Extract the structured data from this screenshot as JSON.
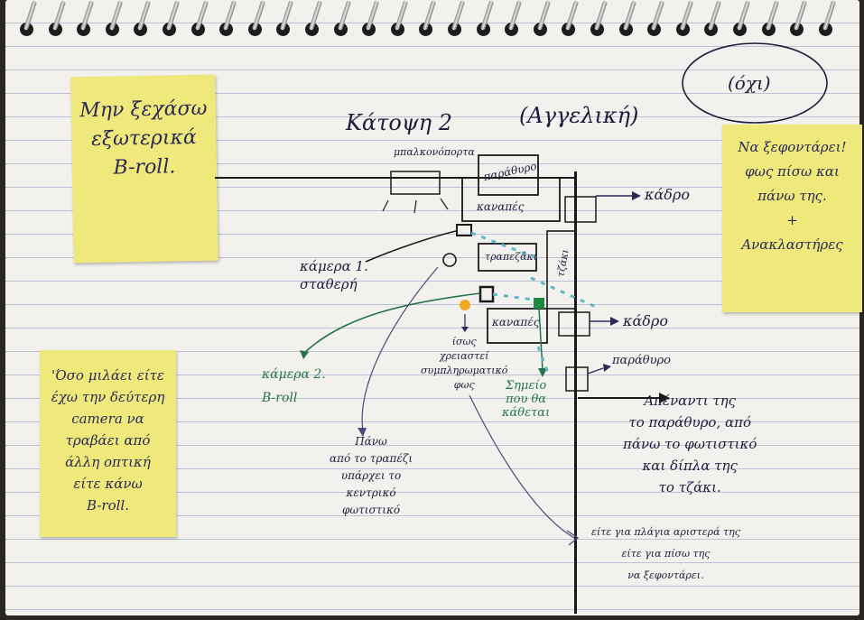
{
  "colors": {
    "ink": "#1d1c3a",
    "green_ink": "#24744a",
    "sticky": "#efe87a",
    "cyan": "#5fb9c9"
  },
  "notes": {
    "left_top": "Μην ξεχάσω\nεξωτερικά\nB-roll.",
    "left_bottom": "'Όσο μιλάει είτε\nέχω την δεύτερη\ncamera να\nτραβάει από\nάλλη οπτική\nείτε κάνω\nB-roll.",
    "right": "Να ξεφοντάρει!\nφως πίσω και\nπάνω της.\n+\nΑνακλαστήρες"
  },
  "labels": {
    "oval": "(όχι)",
    "title": "Κάτοψη 2",
    "title_sub": "(Αγγελική)",
    "balcony_door": "μπαλκονόπορτα",
    "window_top": "παράθυρο",
    "sofa_top": "καναπές",
    "frame_top": "κάδρο",
    "camera1": "κάμερα 1.\nσταθερή",
    "table": "τραπεζάκι",
    "fireplace": "τζάκι",
    "sofa_bottom": "καναπές",
    "frame_bottom": "κάδρο",
    "window_right": "παράθυρο",
    "camera2": "κάμερα 2.\nB-roll",
    "fill_light": "ίσως\nχρειαστεί\nσυμπληρωματικό\nφως",
    "seat_spot": "Σημείο\nπου θα\nκάθεται",
    "opposite": "Απέναντι της\nτο παράθυρο, από\nπάνω το φωτιστικό\nκαι δίπλα της\nτο τζάκι.",
    "above_table": "Πάνω\nαπό το τραπέζι\nυπάρχει το\nκεντρικό\nφωτιστικό",
    "bottom_right": "είτε για πλάγια αριστερά της\nείτε για πίσω της\nνα ξεφοντάρει."
  }
}
